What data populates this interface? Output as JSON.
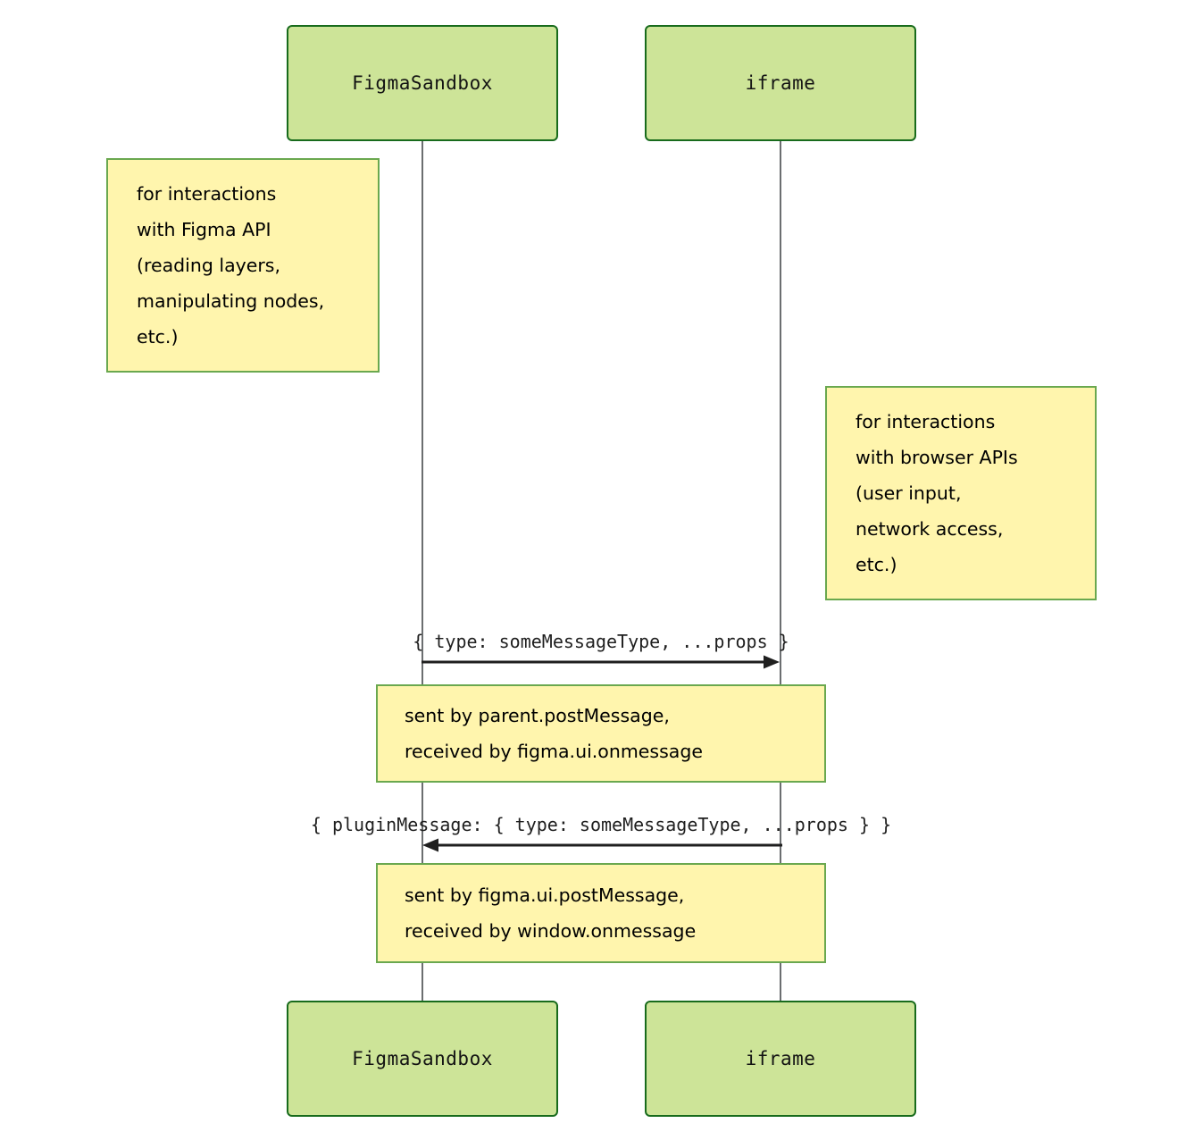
{
  "diagram": {
    "type": "sequence-diagram",
    "title": "Figma plugin message passing between FigmaSandbox and iframe",
    "background_color": "#ffffff",
    "participant_fill": "#cde498",
    "participant_border": "#186b1c",
    "note_fill": "#fff5ad",
    "note_border": "#6aa84f",
    "lifeline_color": "#6b6e70",
    "arrow_color": "#1f1f1f"
  },
  "participants": [
    {
      "id": "sandbox",
      "label": "FigmaSandbox"
    },
    {
      "id": "iframe",
      "label": "iframe"
    }
  ],
  "participants_bottom": [
    {
      "id": "sandbox",
      "label": "FigmaSandbox"
    },
    {
      "id": "iframe",
      "label": "iframe"
    }
  ],
  "notes": [
    {
      "id": "note-sandbox",
      "attached_to": "sandbox",
      "placement": "left-of",
      "lines": [
        "for interactions",
        "with Figma API",
        "(reading layers,",
        "manipulating nodes,",
        "etc.)"
      ]
    },
    {
      "id": "note-iframe",
      "attached_to": "iframe",
      "placement": "right-of",
      "lines": [
        "for interactions",
        "with browser APIs",
        "(user input,",
        "network access,",
        "etc.)"
      ]
    },
    {
      "id": "note-msg1",
      "attached_to": "sandbox,iframe",
      "placement": "over",
      "lines": [
        "sent by parent.postMessage,",
        "received by figma.ui.onmessage"
      ]
    },
    {
      "id": "note-msg2",
      "attached_to": "sandbox,iframe",
      "placement": "over",
      "lines": [
        "sent by figma.ui.postMessage,",
        "received by window.onmessage"
      ]
    }
  ],
  "messages": [
    {
      "id": "msg-1",
      "from": "sandbox",
      "to": "iframe",
      "direction": "right",
      "label": "{ type: someMessageType, ...props }"
    },
    {
      "id": "msg-2",
      "from": "iframe",
      "to": "sandbox",
      "direction": "left",
      "label": "{ pluginMessage: { type: someMessageType, ...props } }"
    }
  ]
}
